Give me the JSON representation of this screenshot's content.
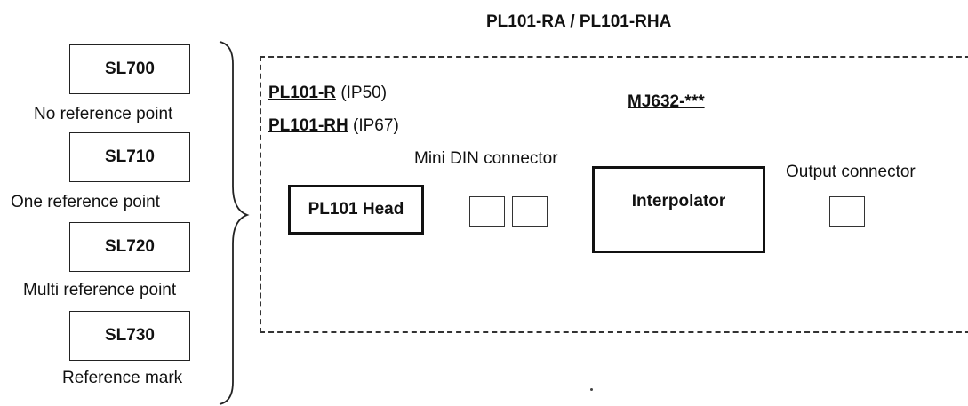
{
  "diagram": {
    "title": "PL101-RA / PL101-RHA",
    "scales": [
      {
        "label": "SL700",
        "caption": "No reference point"
      },
      {
        "label": "SL710",
        "caption": "One reference point"
      },
      {
        "label": "SL720",
        "caption": "Multi reference point"
      },
      {
        "label": "SL730",
        "caption": "Reference mark"
      }
    ],
    "models": [
      {
        "name": "PL101-R",
        "rating": "(IP50)"
      },
      {
        "name": "PL101-RH",
        "rating": "(IP67)"
      }
    ],
    "interpolator_model": "MJ632-***",
    "head_label": "PL101 Head",
    "mini_din_label": "Mini DIN connector",
    "interpolator_label": "Interpolator",
    "output_label": "Output connector"
  }
}
